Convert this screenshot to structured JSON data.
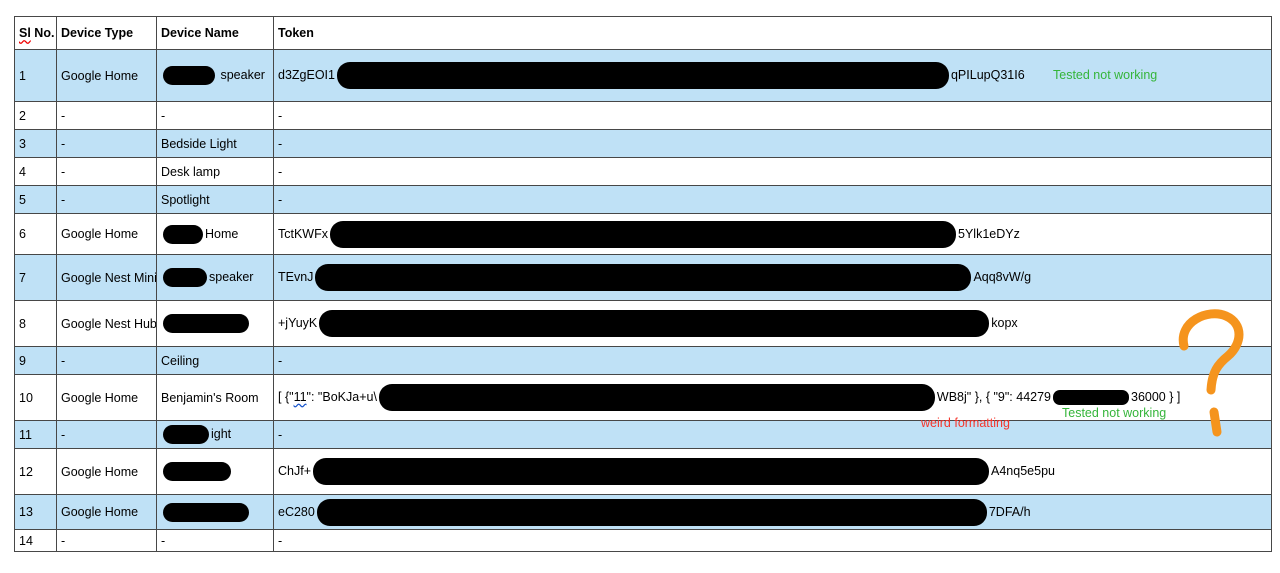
{
  "table": {
    "header": {
      "sl_word": "Sl",
      "sl_rest": " No.",
      "columns": [
        "Sl No.",
        "Device Type",
        "Device Name",
        "Token"
      ]
    },
    "rows": [
      {
        "sl": "1",
        "device_type": "Google Home",
        "name": [
          {
            "bar": 52
          },
          {
            "text": " speaker"
          }
        ],
        "token": [
          {
            "text": "d3ZgEOI1"
          },
          {
            "bar": 612
          },
          {
            "text": "qPILupQ31I6"
          }
        ]
      },
      {
        "sl": "2",
        "device_type": "-",
        "name": [
          {
            "text": "-"
          }
        ],
        "token": [
          {
            "text": "-"
          }
        ]
      },
      {
        "sl": "3",
        "device_type": "-",
        "name": [
          {
            "text": "Bedside Light"
          }
        ],
        "token": [
          {
            "text": "-"
          }
        ]
      },
      {
        "sl": "4",
        "device_type": "-",
        "name": [
          {
            "text": "Desk lamp"
          }
        ],
        "token": [
          {
            "text": "-"
          }
        ]
      },
      {
        "sl": "5",
        "device_type": "-",
        "name": [
          {
            "text": "Spotlight"
          }
        ],
        "token": [
          {
            "text": "-"
          }
        ]
      },
      {
        "sl": "6",
        "device_type": "Google Home",
        "name": [
          {
            "bar": 40
          },
          {
            "text": "Home"
          }
        ],
        "token": [
          {
            "text": "TctKWFx"
          },
          {
            "bar": 626
          },
          {
            "text": "5Ylk1eDYz"
          }
        ]
      },
      {
        "sl": "7",
        "device_type": "Google Nest Mini",
        "name": [
          {
            "bar": 44
          },
          {
            "text": "speaker"
          }
        ],
        "token": [
          {
            "text": "TEvnJ"
          },
          {
            "bar": 656
          },
          {
            "text": "Aqq8vW/g"
          }
        ]
      },
      {
        "sl": "8",
        "device_type": "Google Nest Hub",
        "name": [
          {
            "bar": 86
          }
        ],
        "token": [
          {
            "text": "+jYuyK"
          },
          {
            "bar": 670
          },
          {
            "text": "kopx"
          }
        ]
      },
      {
        "sl": "9",
        "device_type": "-",
        "name": [
          {
            "text": "Ceiling"
          }
        ],
        "token": [
          {
            "text": "-"
          }
        ]
      },
      {
        "sl": "10",
        "device_type": "Google Home",
        "name": [
          {
            "text": "Benjamin's Room"
          }
        ],
        "token": [
          {
            "text": "[ {\""
          },
          {
            "text": "11",
            "squiggle": true
          },
          {
            "text": "\": \"BoKJa+u\\"
          },
          {
            "bar": 556
          },
          {
            "text": "WB8j\" }, { \"9\": 44279"
          },
          {
            "bar": 76,
            "thin": true
          },
          {
            "text": "36000 } ]"
          }
        ]
      },
      {
        "sl": "11",
        "device_type": "-",
        "name": [
          {
            "bar": 46
          },
          {
            "text": "ight"
          }
        ],
        "token": [
          {
            "text": "-"
          }
        ]
      },
      {
        "sl": "12",
        "device_type": "Google Home",
        "name": [
          {
            "bar": 68
          }
        ],
        "token": [
          {
            "text": "ChJf+"
          },
          {
            "bar": 676
          },
          {
            "text": "A4nq5e5pu"
          }
        ]
      },
      {
        "sl": "13",
        "device_type": "Google Home",
        "name": [
          {
            "bar": 86
          }
        ],
        "token": [
          {
            "text": "eC280"
          },
          {
            "bar": 670
          },
          {
            "text": "7DFA/h"
          }
        ]
      },
      {
        "sl": "14",
        "device_type": "-",
        "name": [
          {
            "text": "-"
          }
        ],
        "token": [
          {
            "text": "-"
          }
        ]
      }
    ]
  },
  "annotations": {
    "note_row1": "Tested not working",
    "note_row10": "Tested not working",
    "note_weird": "weird formatting"
  },
  "colors": {
    "row_shade": "#bfe1f6",
    "note_green": "#35b53a",
    "note_red": "#f5352b",
    "marker_orange": "#f5941d",
    "redaction": "#000000",
    "squiggle_red": "#ee0000",
    "squiggle_blue": "#1a56cc"
  }
}
